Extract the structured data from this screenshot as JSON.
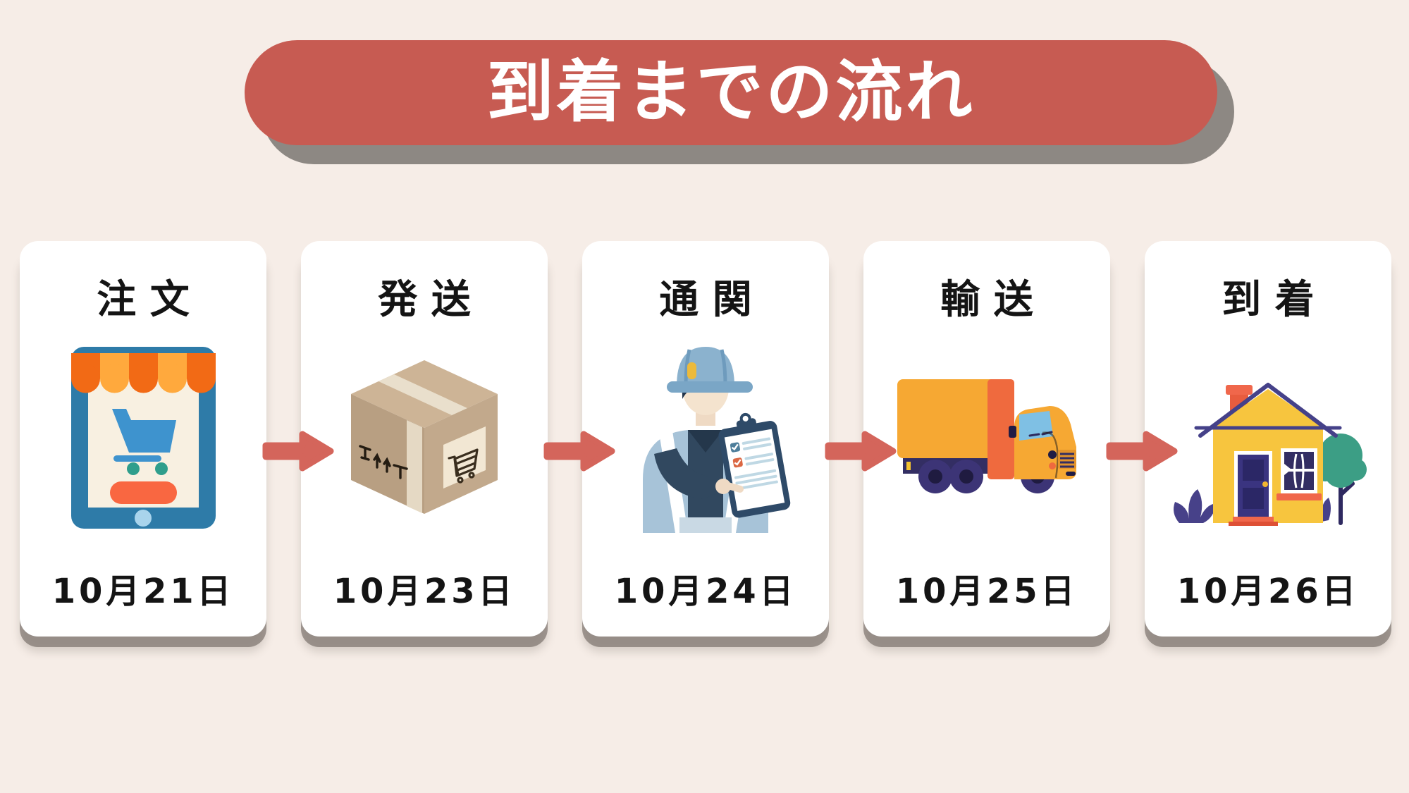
{
  "page": {
    "background": "#F6EDE7"
  },
  "banner": {
    "title": "到着までの流れ",
    "fill": "#C75B52",
    "text_color": "#FFFFFF",
    "shadow_color": "#8D8883"
  },
  "steps": [
    {
      "label": "注文",
      "date": "10月21日",
      "icon": "online-store-tablet-icon"
    },
    {
      "label": "発送",
      "date": "10月23日",
      "icon": "package-box-icon"
    },
    {
      "label": "通関",
      "date": "10月24日",
      "icon": "customs-inspector-icon"
    },
    {
      "label": "輸送",
      "date": "10月25日",
      "icon": "delivery-truck-icon"
    },
    {
      "label": "到着",
      "date": "10月26日",
      "icon": "house-icon"
    }
  ],
  "arrows": {
    "count": 4,
    "color": "#D4655B"
  },
  "colors": {
    "card_background": "#FFFFFF",
    "card_shadow": "#635953",
    "label_text": "#141414",
    "accent_orange": "#F26A15",
    "accent_yellow": "#F6A833",
    "accent_blue": "#2E7BA8",
    "accent_indigo": "#3A3480",
    "accent_teal": "#3C9E85"
  }
}
